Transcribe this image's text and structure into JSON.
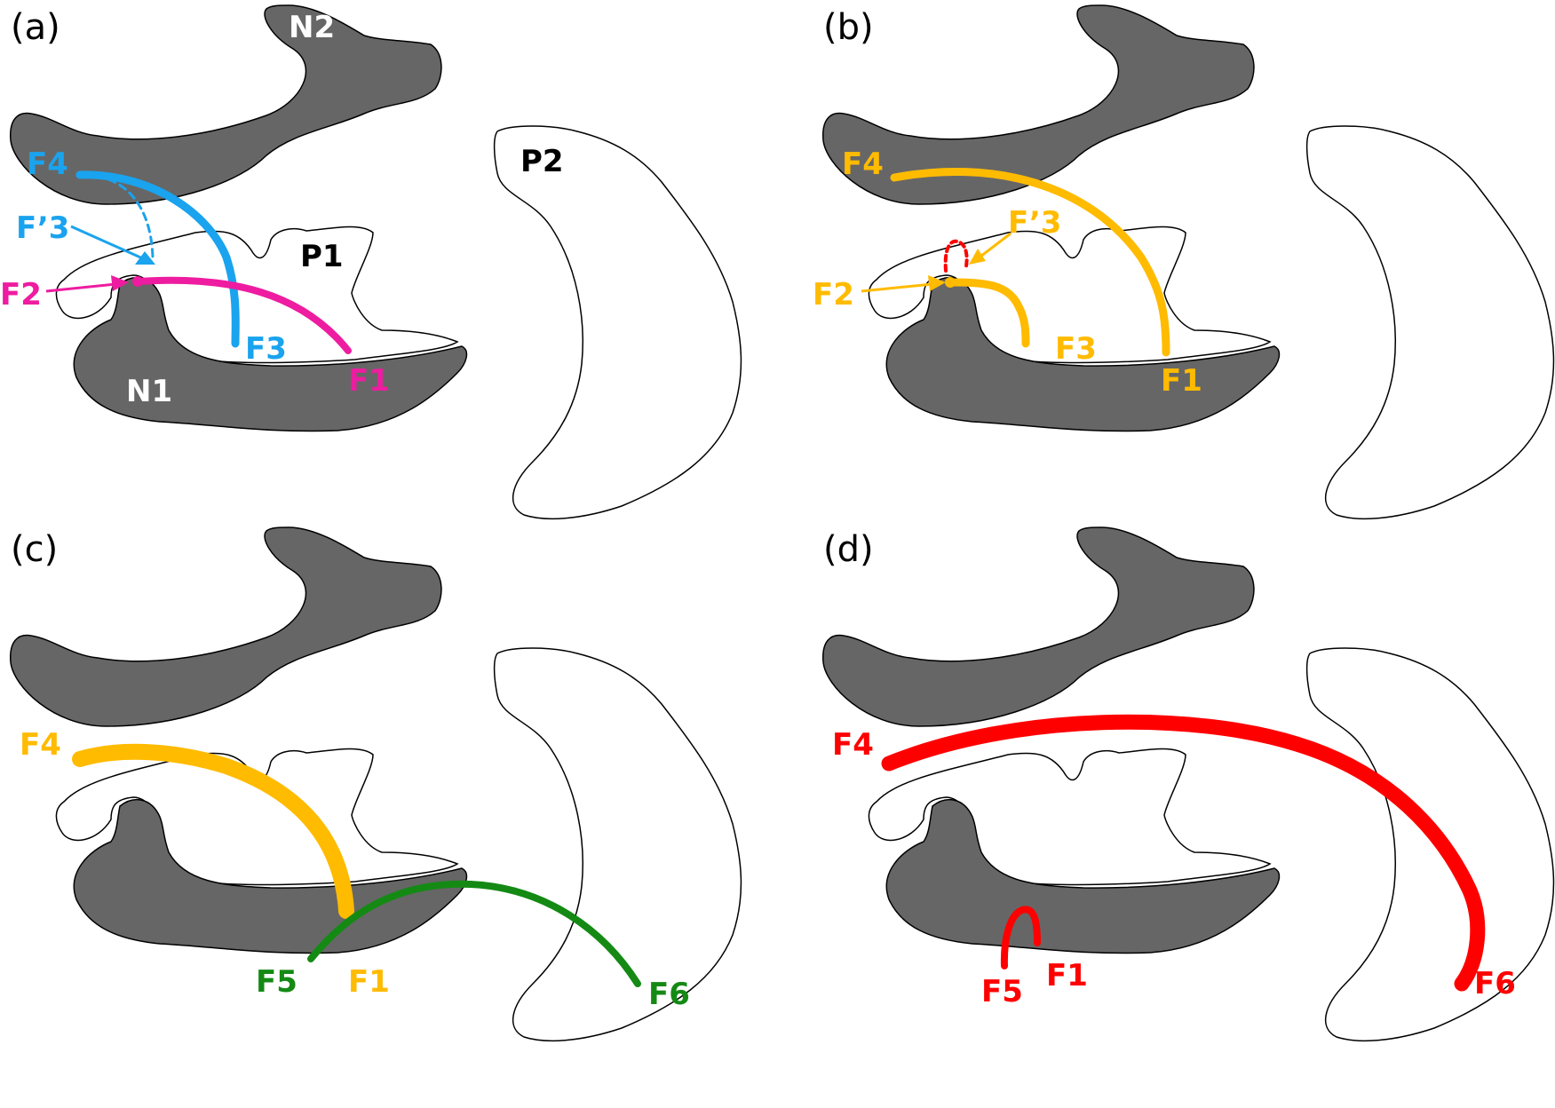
{
  "colors": {
    "region_dark": "#666666",
    "blue": "#1aa3ee",
    "magenta": "#ee1ca0",
    "orange": "#ffbb00",
    "green": "#148a14",
    "red": "#ff0000"
  },
  "panels": [
    {
      "id": "a",
      "label": "(a)",
      "regions": {
        "n2": "N2",
        "p1": "P1",
        "p2": "P2",
        "n1": "N1"
      },
      "fiber_labels": {
        "f4": "F4",
        "f3p": "F’3",
        "f2": "F2",
        "f3": "F3",
        "f1": "F1"
      }
    },
    {
      "id": "b",
      "label": "(b)",
      "fiber_labels": {
        "f4": "F4",
        "f3p": "F’3",
        "f2": "F2",
        "f3": "F3",
        "f1": "F1"
      }
    },
    {
      "id": "c",
      "label": "(c)",
      "fiber_labels": {
        "f4": "F4",
        "f5": "F5",
        "f1": "F1",
        "f6": "F6"
      }
    },
    {
      "id": "d",
      "label": "(d)",
      "fiber_labels": {
        "f4": "F4",
        "f5": "F5",
        "f1": "F1",
        "f6": "F6"
      }
    }
  ]
}
